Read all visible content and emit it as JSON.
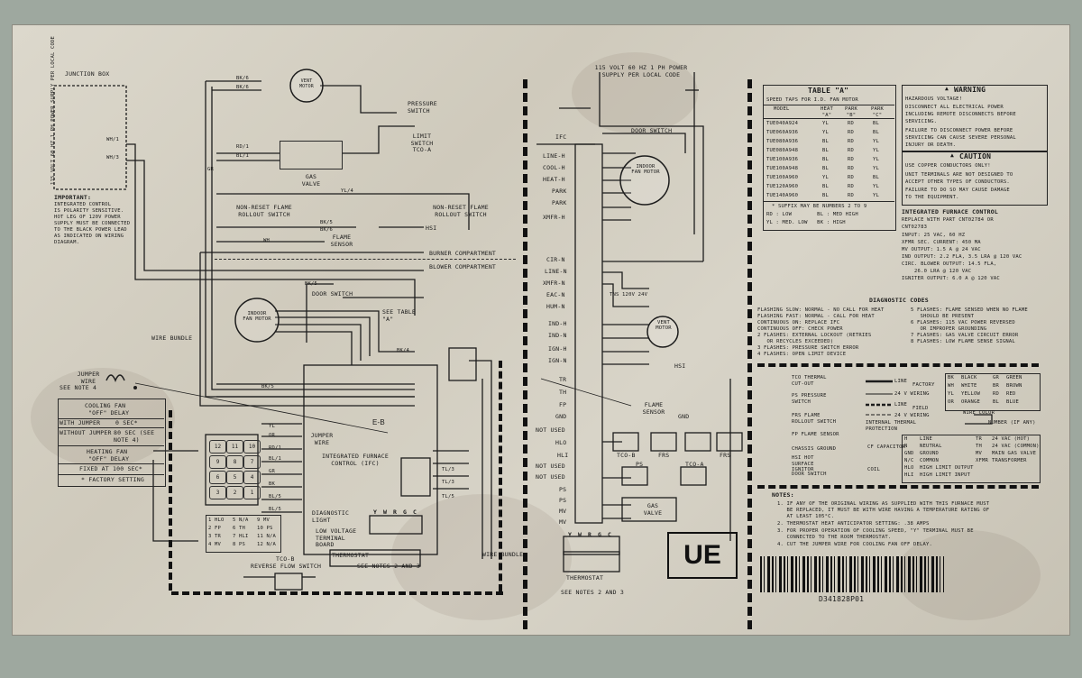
{
  "left": {
    "junction_box": "JUNCTION BOX",
    "power_supply": "115 VOLT 60 HZ 1 PH POWER SUPPLY PER LOCAL CODE",
    "important_title": "IMPORTANT:",
    "important_lines": [
      "INTEGRATED CONTROL",
      "IS POLARITY SENSITIVE.",
      "HOT LEG OF 120V POWER",
      "SUPPLY MUST BE CONNECTED",
      "TO THE BLACK POWER LEAD",
      "AS INDICATED ON WIRING",
      "DIAGRAM."
    ],
    "vent_motor": "VENT MOTOR",
    "pressure_switch": "PRESSURE SWITCH",
    "limit_switch": "LIMIT SWITCH TCO-A",
    "gas_valve": "GAS VALVE",
    "non_reset_left": "NON-RESET FLAME ROLLOUT SWITCH",
    "non_reset_right": "NON-RESET FLAME ROLLOUT SWITCH",
    "flame_sensor": "FLAME SENSOR",
    "hsi": "HSI",
    "burner_compartment": "BURNER COMPARTMENT",
    "blower_compartment": "BLOWER COMPARTMENT",
    "door_switch": "DOOR SWITCH",
    "indoor_fan_motor": "INDOOR FAN MOTOR",
    "see_table": "SEE TABLE \"A\"",
    "wire_bundle": "WIRE BUNDLE",
    "wire_bundle2": "WIRE BUNDLE",
    "jumper_wire": "JUMPER WIRE",
    "see_note": "SEE NOTE 4",
    "jumper_wire2": "JUMPER WIRE",
    "ifc": "INTEGRATED FURNACE CONTROL (IFC)",
    "diagnostic_light": "DIAGNOSTIC LIGHT",
    "low_voltage": "LOW VOLTAGE TERMINAL BOARD",
    "tco_b": "TCO-B",
    "reverse_flow": "REVERSE FLOW SWITCH",
    "thermostat": "THERMOSTAT",
    "see_notes": "SEE NOTES 2 AND 3",
    "eb": "E-B",
    "fan_table": {
      "title1": "COOLING FAN",
      "title2": "\"OFF\" DELAY",
      "rows": [
        [
          "WITH JUMPER",
          "0 SEC*"
        ],
        [
          "WITHOUT JUMPER",
          "80 SEC (SEE NOTE 4)"
        ]
      ],
      "heat_title1": "HEATING FAN",
      "heat_title2": "\"OFF\" DELAY",
      "heat_row": "FIXED AT 100 SEC*",
      "factory": "* FACTORY SETTING"
    },
    "plug_table": [
      [
        "1 HLO",
        "5 N/A",
        "9 MV"
      ],
      [
        "2 FP",
        "6 TH",
        "10 PS"
      ],
      [
        "3 TR",
        "7 HLI",
        "11 N/A"
      ],
      [
        "4 MV",
        "8 PS",
        "12 N/A"
      ]
    ],
    "plug_numbers": [
      "12",
      "11",
      "10",
      "9",
      "8",
      "7",
      "6",
      "5",
      "4",
      "3",
      "2",
      "1"
    ],
    "wire_labels_left": [
      "BK/6",
      "BK/6",
      "WH/1",
      "WH/3",
      "RD/1",
      "BL/1",
      "YL/4",
      "GR",
      "BK/5",
      "BK/6",
      "BK/5",
      "WH",
      "BK/5",
      "BK/4"
    ],
    "ifc_wire_labels": [
      "YL",
      "OR",
      "RD/1",
      "BL/1",
      "GR",
      "BK",
      "BL/5",
      "BL/5",
      "TL/3",
      "TL/3",
      "TL/5"
    ],
    "terminal_letters": [
      "Y",
      "W",
      "R",
      "G",
      "C"
    ]
  },
  "middle": {
    "power_supply": "115 VOLT 60 HZ 1 PH POWER SUPPLY PER LOCAL CODE",
    "ifc": "IFC",
    "terminals": [
      "LINE-H",
      "COOL-H",
      "HEAT-H",
      "PARK",
      "PARK",
      "XMFR-H",
      "CIR-N",
      "LINE-N",
      "XMFR-N",
      "EAC-N",
      "HUM-N",
      "IND-H",
      "IND-N",
      "IGN-H",
      "IGN-N",
      "TR",
      "TH",
      "FP",
      "GND",
      "NOT USED",
      "HLO",
      "HLI",
      "NOT USED",
      "NOT USED",
      "PS",
      "PS",
      "MV",
      "MV"
    ],
    "door_switch": "DOOR SWITCH",
    "indoor_fan_motor": "INDOOR FAN MOTOR",
    "vent_motor": "VENT MOTOR",
    "flame_sensor": "FLAME SENSOR",
    "gnd": "GND",
    "hsi": "HSI",
    "tco_b": "TCO-B",
    "frs": "FRS",
    "tco_a": "TCO-A",
    "ps": "PS",
    "gas_valve": "GAS VALVE",
    "thermostat": "THERMOSTAT",
    "see_notes": "SEE NOTES 2 AND 3",
    "terminal_letters": [
      "Y",
      "W",
      "R",
      "G",
      "C"
    ],
    "xfmr": "TNS 120V 24V"
  },
  "right": {
    "table_a_title": "TABLE \"A\"",
    "table_a_header": [
      "SPEED TAPS FOR I.D. FAN MOTOR",
      "",
      ""
    ],
    "table_a_cols": [
      "MODEL",
      "HEAT \"A\"",
      "PARK \"B\"",
      "PARK \"C\""
    ],
    "table_a_rows": [
      [
        "TUE040A924",
        "YL",
        "RD",
        "BL"
      ],
      [
        "TUE060A936",
        "YL",
        "RD",
        "BL"
      ],
      [
        "TUE080A936",
        "BL",
        "RD",
        "YL"
      ],
      [
        "TUE080A948",
        "BL",
        "RD",
        "YL"
      ],
      [
        "TUE100A936",
        "BL",
        "RD",
        "YL"
      ],
      [
        "TUE100A948",
        "BL",
        "RD",
        "YL"
      ],
      [
        "TUE100A960",
        "YL",
        "RD",
        "BL"
      ],
      [
        "TUE120A960",
        "BL",
        "RD",
        "YL"
      ],
      [
        "TUE140A960",
        "BL",
        "RD",
        "YL"
      ]
    ],
    "table_a_footer": [
      "* SUFFIX MAY BE NUMBERS 2 TO 9",
      "RD : LOW        BL : MED HIGH",
      "YL : MED. LOW   BK : HIGH"
    ],
    "warning_title": "WARNING",
    "warning_lines": [
      "HAZARDOUS VOLTAGE!",
      "DISCONNECT ALL ELECTRICAL POWER",
      "INCLUDING REMOTE DISCONNECTS BEFORE",
      "SERVICING.",
      "FAILURE TO DISCONNECT POWER BEFORE",
      "SERVICING CAN CAUSE SEVERE PERSONAL",
      "INJURY OR DEATH."
    ],
    "caution_title": "CAUTION",
    "caution_lines": [
      "USE COPPER CONDUCTORS ONLY!",
      "UNIT TERMINALS ARE NOT DESIGNED TO",
      "ACCEPT OTHER TYPES OF CONDUCTORS.",
      "FAILURE TO DO SO MAY CAUSE DAMAGE",
      "TO THE EQUIPMENT."
    ],
    "ifc_title": "INTEGRATED FURNACE CONTROL",
    "ifc_lines": [
      "REPLACE WITH PART CNT02784 OR",
      "CNT02783",
      "INPUT: 25 VAC, 60 HZ",
      "XFMR SEC. CURRENT: 450 MA",
      "MV OUTPUT: 1.5 A @ 24 VAC",
      "IND OUTPUT: 2.2 FLA, 3.5 LRA @ 120 VAC",
      "CIRC. BLOWER OUTPUT: 14.5 FLA,",
      "    26.0 LRA @ 120 VAC",
      "IGNITER OUTPUT: 6.0 A @ 120 VAC"
    ],
    "diag_title": "DIAGNOSTIC CODES",
    "diag_left": [
      "FLASHING SLOW: NORMAL - NO CALL FOR HEAT",
      "FLASHING FAST: NORMAL - CALL FOR HEAT",
      "CONTINUOUS ON: REPLACE IFC",
      "CONTINUOUS OFF: CHECK POWER",
      "2 FLASHES: EXTERNAL LOCKOUT (RETRIES",
      "   OR RECYCLES EXCEEDED)",
      "3 FLASHES: PRESSURE SWITCH ERROR",
      "4 FLASHES: OPEN LIMIT DEVICE"
    ],
    "diag_right": [
      "5 FLASHES: FLAME SENSED WHEN NO FLAME",
      "   SHOULD BE PRESENT",
      "6 FLASHES: 115 VAC POWER REVERSED",
      "   OR IMPROPER GROUNDING",
      "7 FLASHES: GAS VALVE CIRCUIT ERROR",
      "8 FLASHES: LOW FLAME SENSE SIGNAL"
    ],
    "legend_left": [
      "TCO THERMAL CUT-OUT",
      "PS PRESSURE SWITCH",
      "FRS FLAME ROLLOUT SWITCH",
      "FP FLAME SENSOR",
      "CHASSIS GROUND",
      "HSI HOT SURFACE IGNITOR",
      "DOOR SWITCH"
    ],
    "legend_mid": [
      "LINE",
      "FACTORY",
      "24 V WIRING",
      "LINE",
      "FIELD",
      "24 V WIRING",
      "INTERNAL THERMAL PROTECTION",
      "CF CAPACITOR",
      "COIL"
    ],
    "legend_colors": [
      [
        "BK",
        "BLACK",
        "GR",
        "GREEN"
      ],
      [
        "WH",
        "WHITE",
        "BR",
        "BROWN"
      ],
      [
        "YL",
        "YELLOW",
        "RD",
        "RED"
      ],
      [
        "OR",
        "ORANGE",
        "BL",
        "BLUE"
      ]
    ],
    "legend_wire": "WIRE COLOR",
    "legend_number": "NUMBER (IF ANY)",
    "abbr_rows": [
      [
        "LINE",
        "TR",
        "24 VAC (HOT)"
      ],
      [
        "NEUTRAL",
        "TH",
        "24 VAC (COMMON)"
      ],
      [
        "GROUND",
        "MV",
        "MAIN GAS VALVE"
      ],
      [
        "COMMON",
        "XFMR",
        "TRANSFORMER"
      ],
      [
        "HIGH LIMIT OUTPUT",
        "",
        ""
      ],
      [
        "HIGH LIMIT INPUT",
        "",
        ""
      ]
    ],
    "abbr_keys": [
      "H",
      "N",
      "GND",
      "N/C",
      "HLO",
      "HLI"
    ],
    "notes_title": "NOTES:",
    "notes": [
      "1. IF ANY OF THE ORIGINAL WIRING AS SUPPLIED WITH THIS FURNACE MUST",
      "   BE REPLACED, IT MUST BE WITH WIRE HAVING A TEMPERATURE RATING OF",
      "   AT LEAST 105°C.",
      "2. THERMOSTAT HEAT ANTICIPATOR SETTING: .38 AMPS",
      "3. FOR PROPER OPERATION OF COOLING SPEED, \"Y\" TERMINAL MUST BE",
      "   CONNECTED TO THE ROOM THERMOSTAT.",
      "4. CUT THE JUMPER WIRE FOR COOLING FAN OFF DELAY."
    ],
    "ue": "UE",
    "part_number": "D341828P01"
  }
}
